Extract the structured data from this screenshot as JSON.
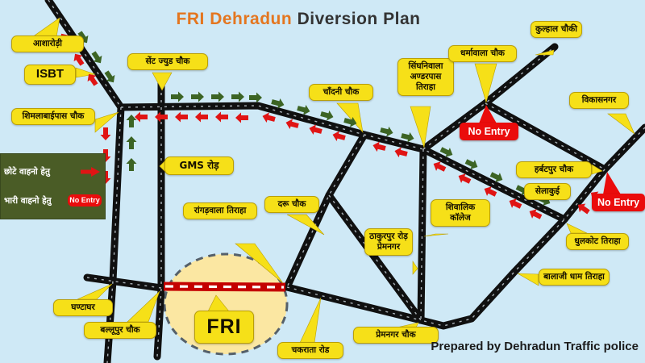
{
  "title": {
    "brand": "FRI Dehradun",
    "rest": "Diversion Plan"
  },
  "footer": "Prepared by Dehradun Traffic police",
  "legend": {
    "small_vehicles_label": "छोटे वाहनो हेतु",
    "heavy_vehicles_label": "भारी वाहनो हेतु",
    "no_entry_label": "No Entry",
    "small_vehicle_marker": "red-arrow",
    "heavy_vehicle_marker": "no-entry-box"
  },
  "no_entry_signs": [
    "No Entry",
    "No Entry"
  ],
  "colors": {
    "background": "#cfe9f6",
    "road": "#101010",
    "closed_road": "#c40000",
    "label_yellow": "#f6e018",
    "legend_green": "#4a5c26",
    "arrow_green": "#3c6424",
    "arrow_red": "#e01414",
    "no_entry_red": "#ea0c0c",
    "title_orange": "#e4761f",
    "fri_zone_fill": "#fbe7a2"
  },
  "labels": [
    {
      "id": "asharodi",
      "text": "आशारोड़ी"
    },
    {
      "id": "isbt",
      "text": "ISBT"
    },
    {
      "id": "st-jude-chowk",
      "text": "सेंट ज्युड चौक"
    },
    {
      "id": "shimla-bypass",
      "text": "शिमलाबाईपास चौक"
    },
    {
      "id": "gms-road",
      "text": "GMS रोड़"
    },
    {
      "id": "chandni-chowk",
      "text": "चाँदनी चौक"
    },
    {
      "id": "singhniwala",
      "text": "सिंघनिवाला अण्डरपास तिराहा"
    },
    {
      "id": "dharmawala",
      "text": "धर्मावाला चौक"
    },
    {
      "id": "kulhal-chowki",
      "text": "कुल्हाल चौकी"
    },
    {
      "id": "vikasnagar",
      "text": "विकासनगर"
    },
    {
      "id": "herbertpur",
      "text": "हर्बटपुर चौक"
    },
    {
      "id": "selakui",
      "text": "सेलाकुई"
    },
    {
      "id": "dhulkot-tiraha",
      "text": "धुलकोट तिराहा"
    },
    {
      "id": "balaji-dham",
      "text": "बालाजी धाम तिराहा"
    },
    {
      "id": "shivalik-college",
      "text": "शिवालिक कॉलेज"
    },
    {
      "id": "thakurpur-road",
      "text": "ठाकुरपुर रोड़ प्रेमनगर"
    },
    {
      "id": "daru-chowk",
      "text": "दरू चौक"
    },
    {
      "id": "rangadwala",
      "text": "रांगड़वाला तिराहा"
    },
    {
      "id": "ghantaghar",
      "text": "घण्टाघर"
    },
    {
      "id": "ballupur-chowk",
      "text": "बल्लूपुर चौक"
    },
    {
      "id": "fri-zone",
      "text": "FRI"
    },
    {
      "id": "chakrata-road",
      "text": "चकराता रोड"
    },
    {
      "id": "premnagar-chowk",
      "text": "प्रेमनगर चौक"
    }
  ]
}
